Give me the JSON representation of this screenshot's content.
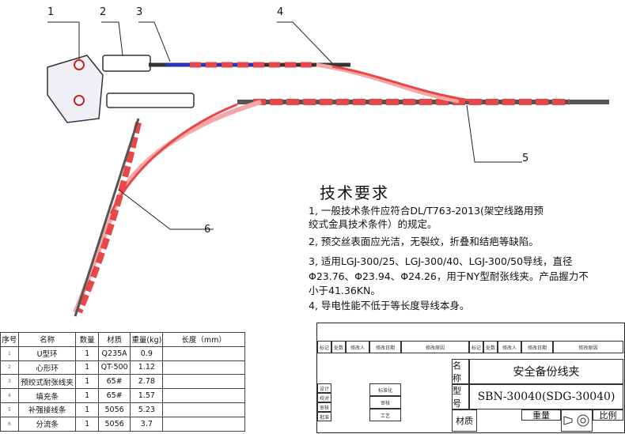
{
  "callouts": [
    "1",
    "2",
    "3",
    "4",
    "5",
    "6"
  ],
  "tech": {
    "title": "技术要求",
    "lines": [
      "1, 一般技术条件应符合DL/T763-2013(架空线路用预",
      "绞式金具技术条件）的规定。",
      "2, 预交丝表面应光洁，无裂纹，折叠和结疤等缺陷。",
      "3, 适用LGJ-300/25、LGJ-300/40、LGJ-300/50导线，直径",
      "Φ23.76、Φ23.94、Φ24.26，用于NY型耐张线夹。产品握力不",
      "小于41.36KN。",
      "4, 导电性能不低于等长度导线本身。"
    ]
  },
  "bom": {
    "headers": [
      "序号",
      "名称",
      "数量",
      "材质",
      "重量(kg)",
      "长度（mm）"
    ],
    "rows": [
      [
        "1",
        "U型环",
        "1",
        "Q235A",
        "0.9",
        ""
      ],
      [
        "2",
        "心形环",
        "1",
        "QT-500",
        "1.12",
        ""
      ],
      [
        "3",
        "预绞式耐张线夹",
        "1",
        "65#",
        "2.78",
        ""
      ],
      [
        "4",
        "填充条",
        "1",
        "65#",
        "1.57",
        ""
      ],
      [
        "5",
        "补强接线条",
        "1",
        "5056",
        "5.23",
        ""
      ],
      [
        "6",
        "分流条",
        "1",
        "5056",
        "3.7",
        ""
      ]
    ]
  },
  "title_block": {
    "revision_labels": [
      "标记",
      "处数",
      "修改人",
      "修改日期",
      "修改原因",
      "标记",
      "处数",
      "修改人",
      "修改日期",
      "修改原因"
    ],
    "sign_labels": [
      "设计",
      "校对",
      "审核",
      "批准",
      "标准化",
      "审核",
      "工艺"
    ],
    "name_label": "名称",
    "name_value": "安全备份线夹",
    "model_label": "型号",
    "model_value": "SBN-30040(SDG-30040)",
    "material_label": "材质",
    "weight_label": "重量",
    "scale_label": "比例"
  },
  "colors": {
    "wire_red": "#e8474a",
    "wire_pink": "#f5a7a8",
    "wire_blue": "#2433c8",
    "steel": "#555555"
  }
}
